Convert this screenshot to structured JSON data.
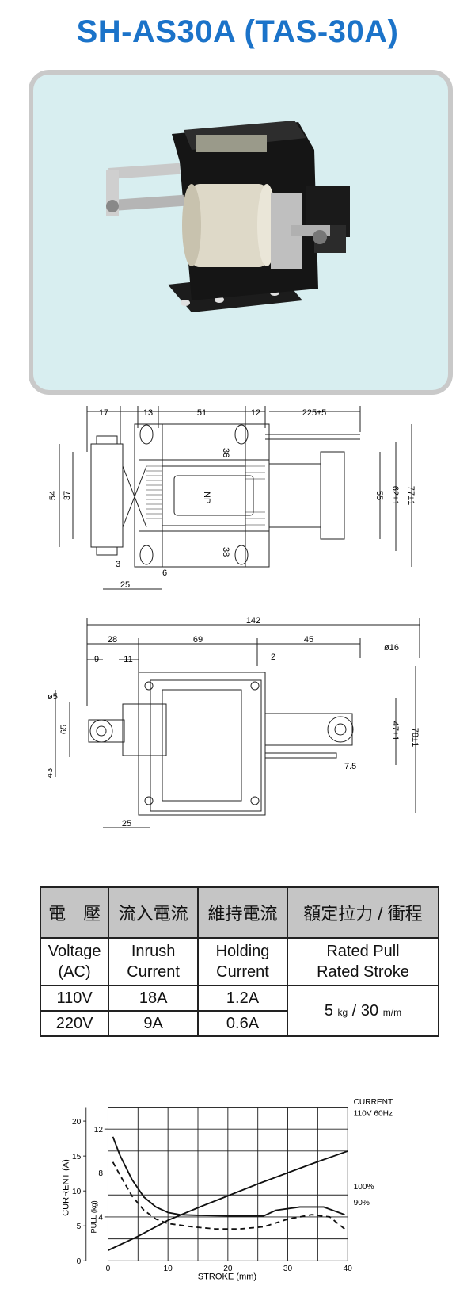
{
  "title": "SH-AS30A (TAS-30A)",
  "colors": {
    "title": "#1b73c9",
    "photo_bg": "#d8eef0",
    "table_header": "#c5c5c5"
  },
  "drawing_top": {
    "dims": [
      "17",
      "13",
      "51",
      "12",
      "225±5",
      "36",
      "NP",
      "38",
      "54",
      "37",
      "55",
      "62±1",
      "77±1",
      "3",
      "6",
      "25"
    ]
  },
  "drawing_side": {
    "dims": [
      "142",
      "28",
      "69",
      "45",
      "9",
      "11",
      "2",
      "ø16",
      "ø5",
      "65",
      "43",
      "47±1",
      "78±1",
      "7.5",
      "25"
    ]
  },
  "table": {
    "headers": [
      "電　壓",
      "流入電流",
      "維持電流",
      "額定拉力 / 衝程"
    ],
    "english": [
      [
        "Voltage",
        "(AC)"
      ],
      [
        "Inrush",
        "Current"
      ],
      [
        "Holding",
        "Current"
      ],
      [
        "Rated Pull",
        "Rated Stroke"
      ]
    ],
    "rows": [
      {
        "voltage": "110V",
        "inrush": "18A",
        "holding": "1.2A"
      },
      {
        "voltage": "220V",
        "inrush": "9A",
        "holding": "0.6A"
      }
    ],
    "rated": {
      "pull": "5",
      "pull_unit": "kg",
      "sep": "/",
      "stroke": "30",
      "stroke_unit": "m/m"
    }
  },
  "chart_data": {
    "type": "line",
    "xlabel": "STROKE (mm)",
    "ylabel_current": "CURRENT (A)",
    "ylabel_pull": "PULL (kg)",
    "xlim": [
      0,
      40
    ],
    "x_ticks": [
      "0",
      "10",
      "20",
      "30",
      "40"
    ],
    "current_ticks": [
      "0",
      "5",
      "10",
      "15",
      "20"
    ],
    "pull_ticks": [
      "4",
      "8",
      "12"
    ],
    "annotations": [
      "CURRENT",
      "110V 60Hz",
      "100%",
      "90%"
    ],
    "series": [
      {
        "name": "CURRENT",
        "axis": "current",
        "x": [
          0,
          5,
          10,
          15,
          20,
          25,
          30,
          35,
          40
        ],
        "y": [
          1.5,
          3.5,
          5.8,
          7.6,
          9.3,
          11.0,
          12.6,
          14.2,
          15.7
        ]
      },
      {
        "name": "100%",
        "axis": "pull",
        "x": [
          0.8,
          2,
          4,
          6,
          8,
          10,
          12,
          15,
          20,
          26,
          28,
          32,
          36,
          39.5
        ],
        "y": [
          11.3,
          9.6,
          7.4,
          5.8,
          4.9,
          4.4,
          4.2,
          4.15,
          4.1,
          4.1,
          4.6,
          4.9,
          4.9,
          4.2
        ]
      },
      {
        "name": "90%",
        "axis": "pull",
        "x": [
          0.8,
          2,
          4,
          6,
          8,
          10,
          14,
          18,
          22,
          26,
          30,
          34,
          37,
          39.5
        ],
        "y": [
          9.0,
          7.8,
          5.9,
          4.6,
          3.8,
          3.4,
          3.1,
          2.9,
          2.9,
          3.1,
          3.8,
          4.2,
          4.0,
          2.9
        ]
      }
    ]
  }
}
